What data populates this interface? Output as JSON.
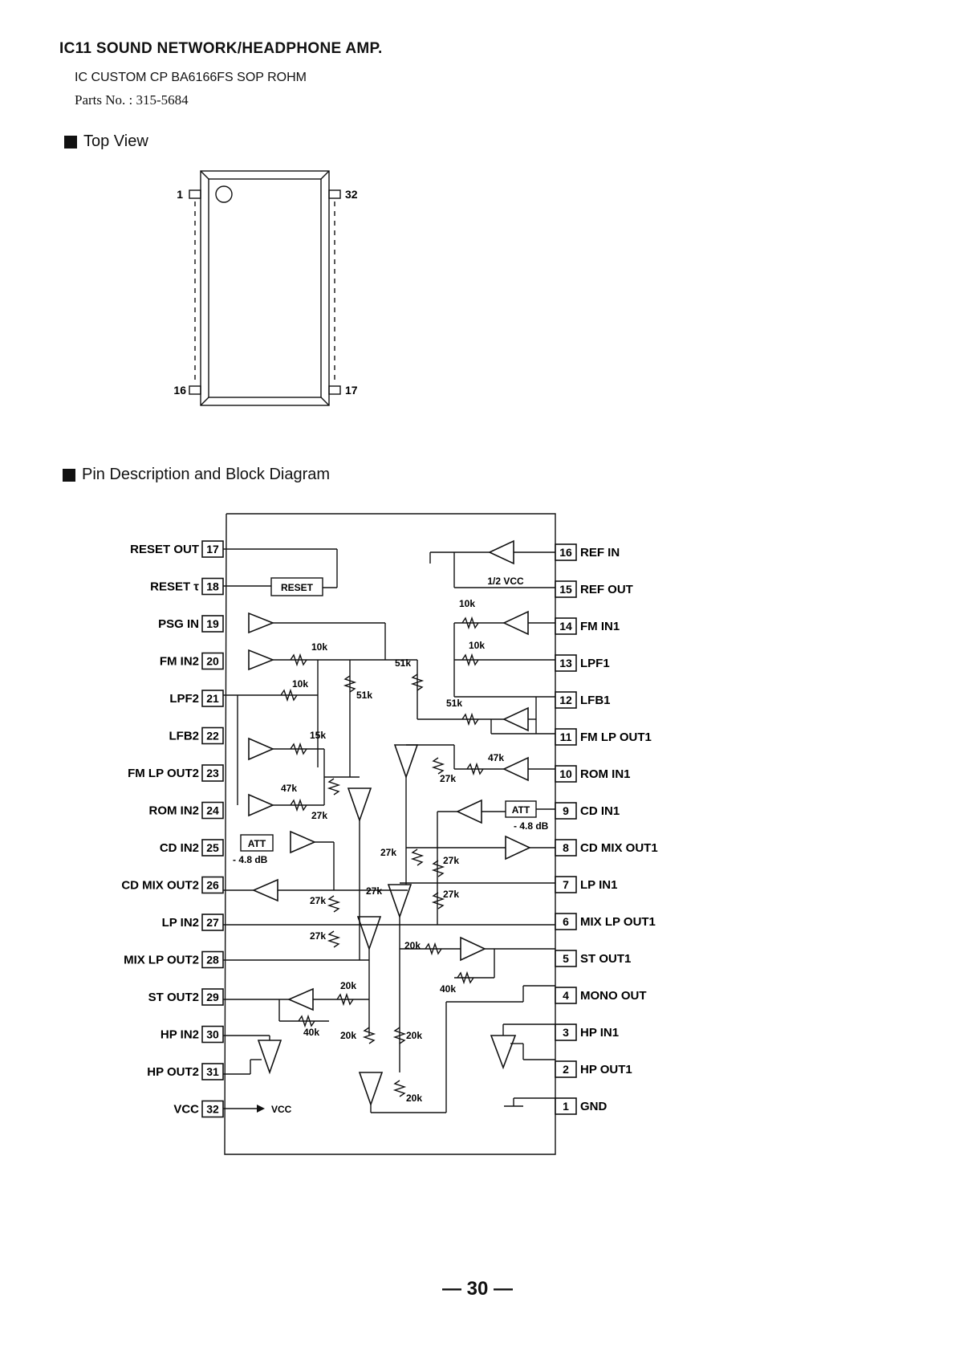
{
  "header": {
    "title": "IC11 SOUND NETWORK/HEADPHONE AMP.",
    "subtitle": "IC CUSTOM CP BA6166FS SOP ROHM",
    "parts_no": "Parts No. : 315-5684"
  },
  "top_view": {
    "heading": "Top View",
    "pin_labels": [
      "1",
      "32",
      "16",
      "17"
    ]
  },
  "block_diagram": {
    "heading": "Pin Description and Block Diagram",
    "left_pins": [
      {
        "num": "17",
        "name": "RESET OUT"
      },
      {
        "num": "18",
        "name": "RESET τ"
      },
      {
        "num": "19",
        "name": "PSG IN"
      },
      {
        "num": "20",
        "name": "FM IN2"
      },
      {
        "num": "21",
        "name": "LPF2"
      },
      {
        "num": "22",
        "name": "LFB2"
      },
      {
        "num": "23",
        "name": "FM LP OUT2"
      },
      {
        "num": "24",
        "name": "ROM IN2"
      },
      {
        "num": "25",
        "name": "CD IN2"
      },
      {
        "num": "26",
        "name": "CD MIX OUT2"
      },
      {
        "num": "27",
        "name": "LP IN2"
      },
      {
        "num": "28",
        "name": "MIX LP OUT2"
      },
      {
        "num": "29",
        "name": "ST OUT2"
      },
      {
        "num": "30",
        "name": "HP IN2"
      },
      {
        "num": "31",
        "name": "HP OUT2"
      },
      {
        "num": "32",
        "name": "VCC"
      }
    ],
    "right_pins": [
      {
        "num": "16",
        "name": "REF IN"
      },
      {
        "num": "15",
        "name": "REF OUT"
      },
      {
        "num": "14",
        "name": "FM IN1"
      },
      {
        "num": "13",
        "name": "LPF1"
      },
      {
        "num": "12",
        "name": "LFB1"
      },
      {
        "num": "11",
        "name": "FM LP OUT1"
      },
      {
        "num": "10",
        "name": "ROM IN1"
      },
      {
        "num": "9",
        "name": "CD IN1"
      },
      {
        "num": "8",
        "name": "CD MIX OUT1"
      },
      {
        "num": "7",
        "name": "LP IN1"
      },
      {
        "num": "6",
        "name": "MIX LP OUT1"
      },
      {
        "num": "5",
        "name": "ST OUT1"
      },
      {
        "num": "4",
        "name": "MONO OUT"
      },
      {
        "num": "3",
        "name": "HP IN1"
      },
      {
        "num": "2",
        "name": "HP OUT1"
      },
      {
        "num": "1",
        "name": "GND"
      }
    ],
    "internal_labels": {
      "reset_block": "RESET",
      "half_vcc": "1/2 VCC",
      "att": "ATT",
      "att_gain": "- 4.8 dB",
      "vcc": "VCC",
      "r10k": "10k",
      "r15k": "15k",
      "r20k": "20k",
      "r27k": "27k",
      "r40k": "40k",
      "r47k": "47k",
      "r51k": "51k"
    }
  },
  "footer": {
    "page_number": "— 30 —"
  }
}
